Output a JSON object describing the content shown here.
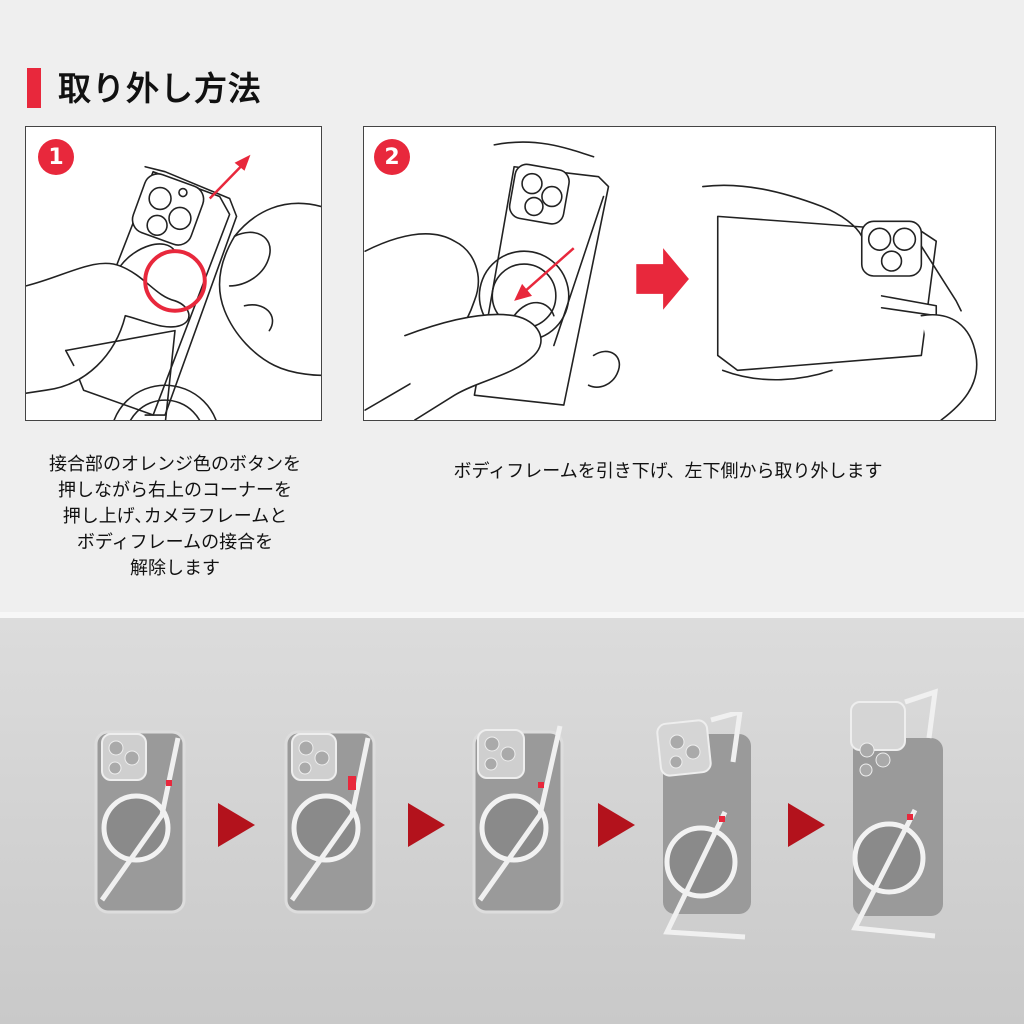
{
  "title": "取り外し方法",
  "steps": [
    {
      "badge": "1",
      "description": "接合部のオレンジ色のボタンを\n押しながら右上のコーナーを\n押し上げ､カメラフレームと\nボディフレームの接合を\n解除します"
    },
    {
      "badge": "2",
      "description": "ボディフレームを引き下げ、左下側から取り外します"
    }
  ],
  "colors": {
    "accent": "#e8283c",
    "sequence_arrow": "#b3121c"
  },
  "icons": {
    "arrow": "right-arrow-icon",
    "sequence": "play-triangle-icon"
  }
}
